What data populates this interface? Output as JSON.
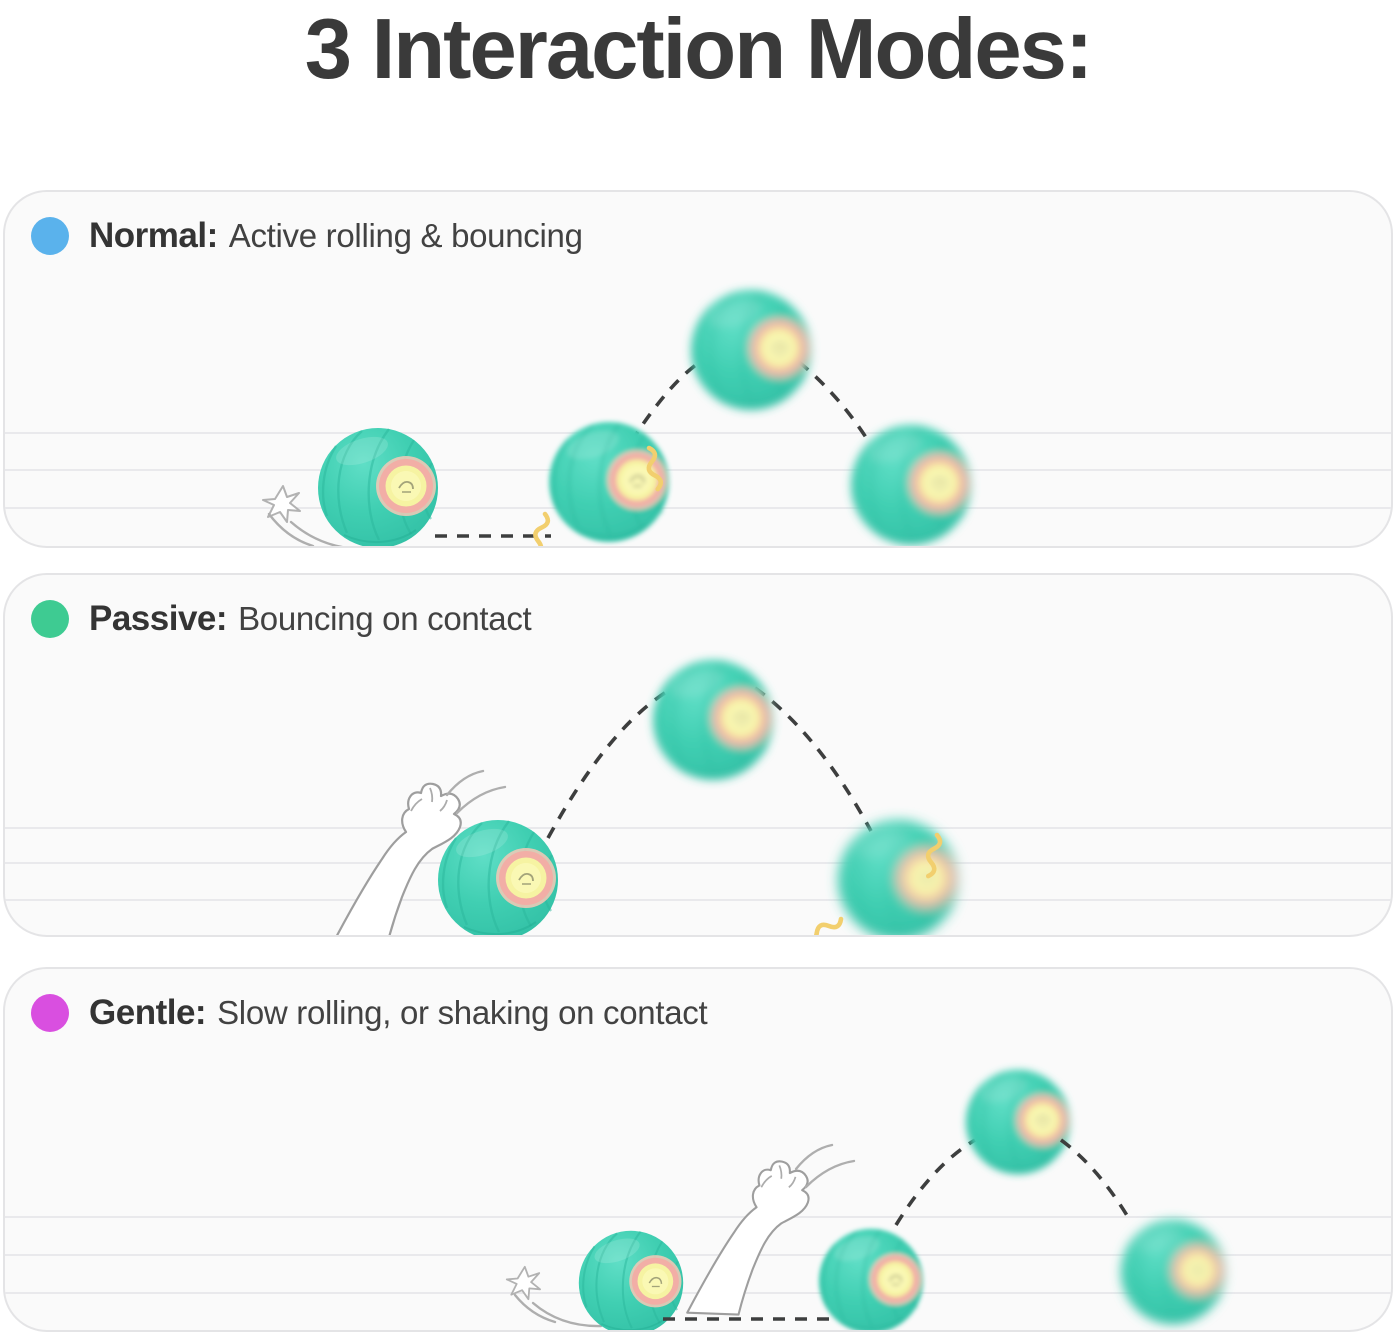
{
  "page": {
    "title": "3 Interaction Modes:"
  },
  "modes": [
    {
      "name": "Normal",
      "label": "Normal:",
      "description": "Active rolling & bouncing",
      "dot_color": "#5ab2ec"
    },
    {
      "name": "Passive",
      "label": "Passive:",
      "description": "Bouncing on contact",
      "dot_color": "#3ecb92"
    },
    {
      "name": "Gentle",
      "label": "Gentle:",
      "description": "Slow rolling, or shaking on contact",
      "dot_color": "#d94fe0"
    }
  ],
  "illustration": {
    "ball_color": "#3fcdb2",
    "ball_seam_color": "#2cb89d",
    "ball_eye_ring_color": "#f2aea6",
    "ball_eye_center_color": "#f6f3a2",
    "trajectory_color": "#3d3e3e",
    "vibration_color": "#f2cf6e",
    "sketch_color": "#aeaeae",
    "panel_background": "#fafafa",
    "panel_border_color": "#e4e4e6",
    "rule_line_color": "#e9e9ec"
  }
}
